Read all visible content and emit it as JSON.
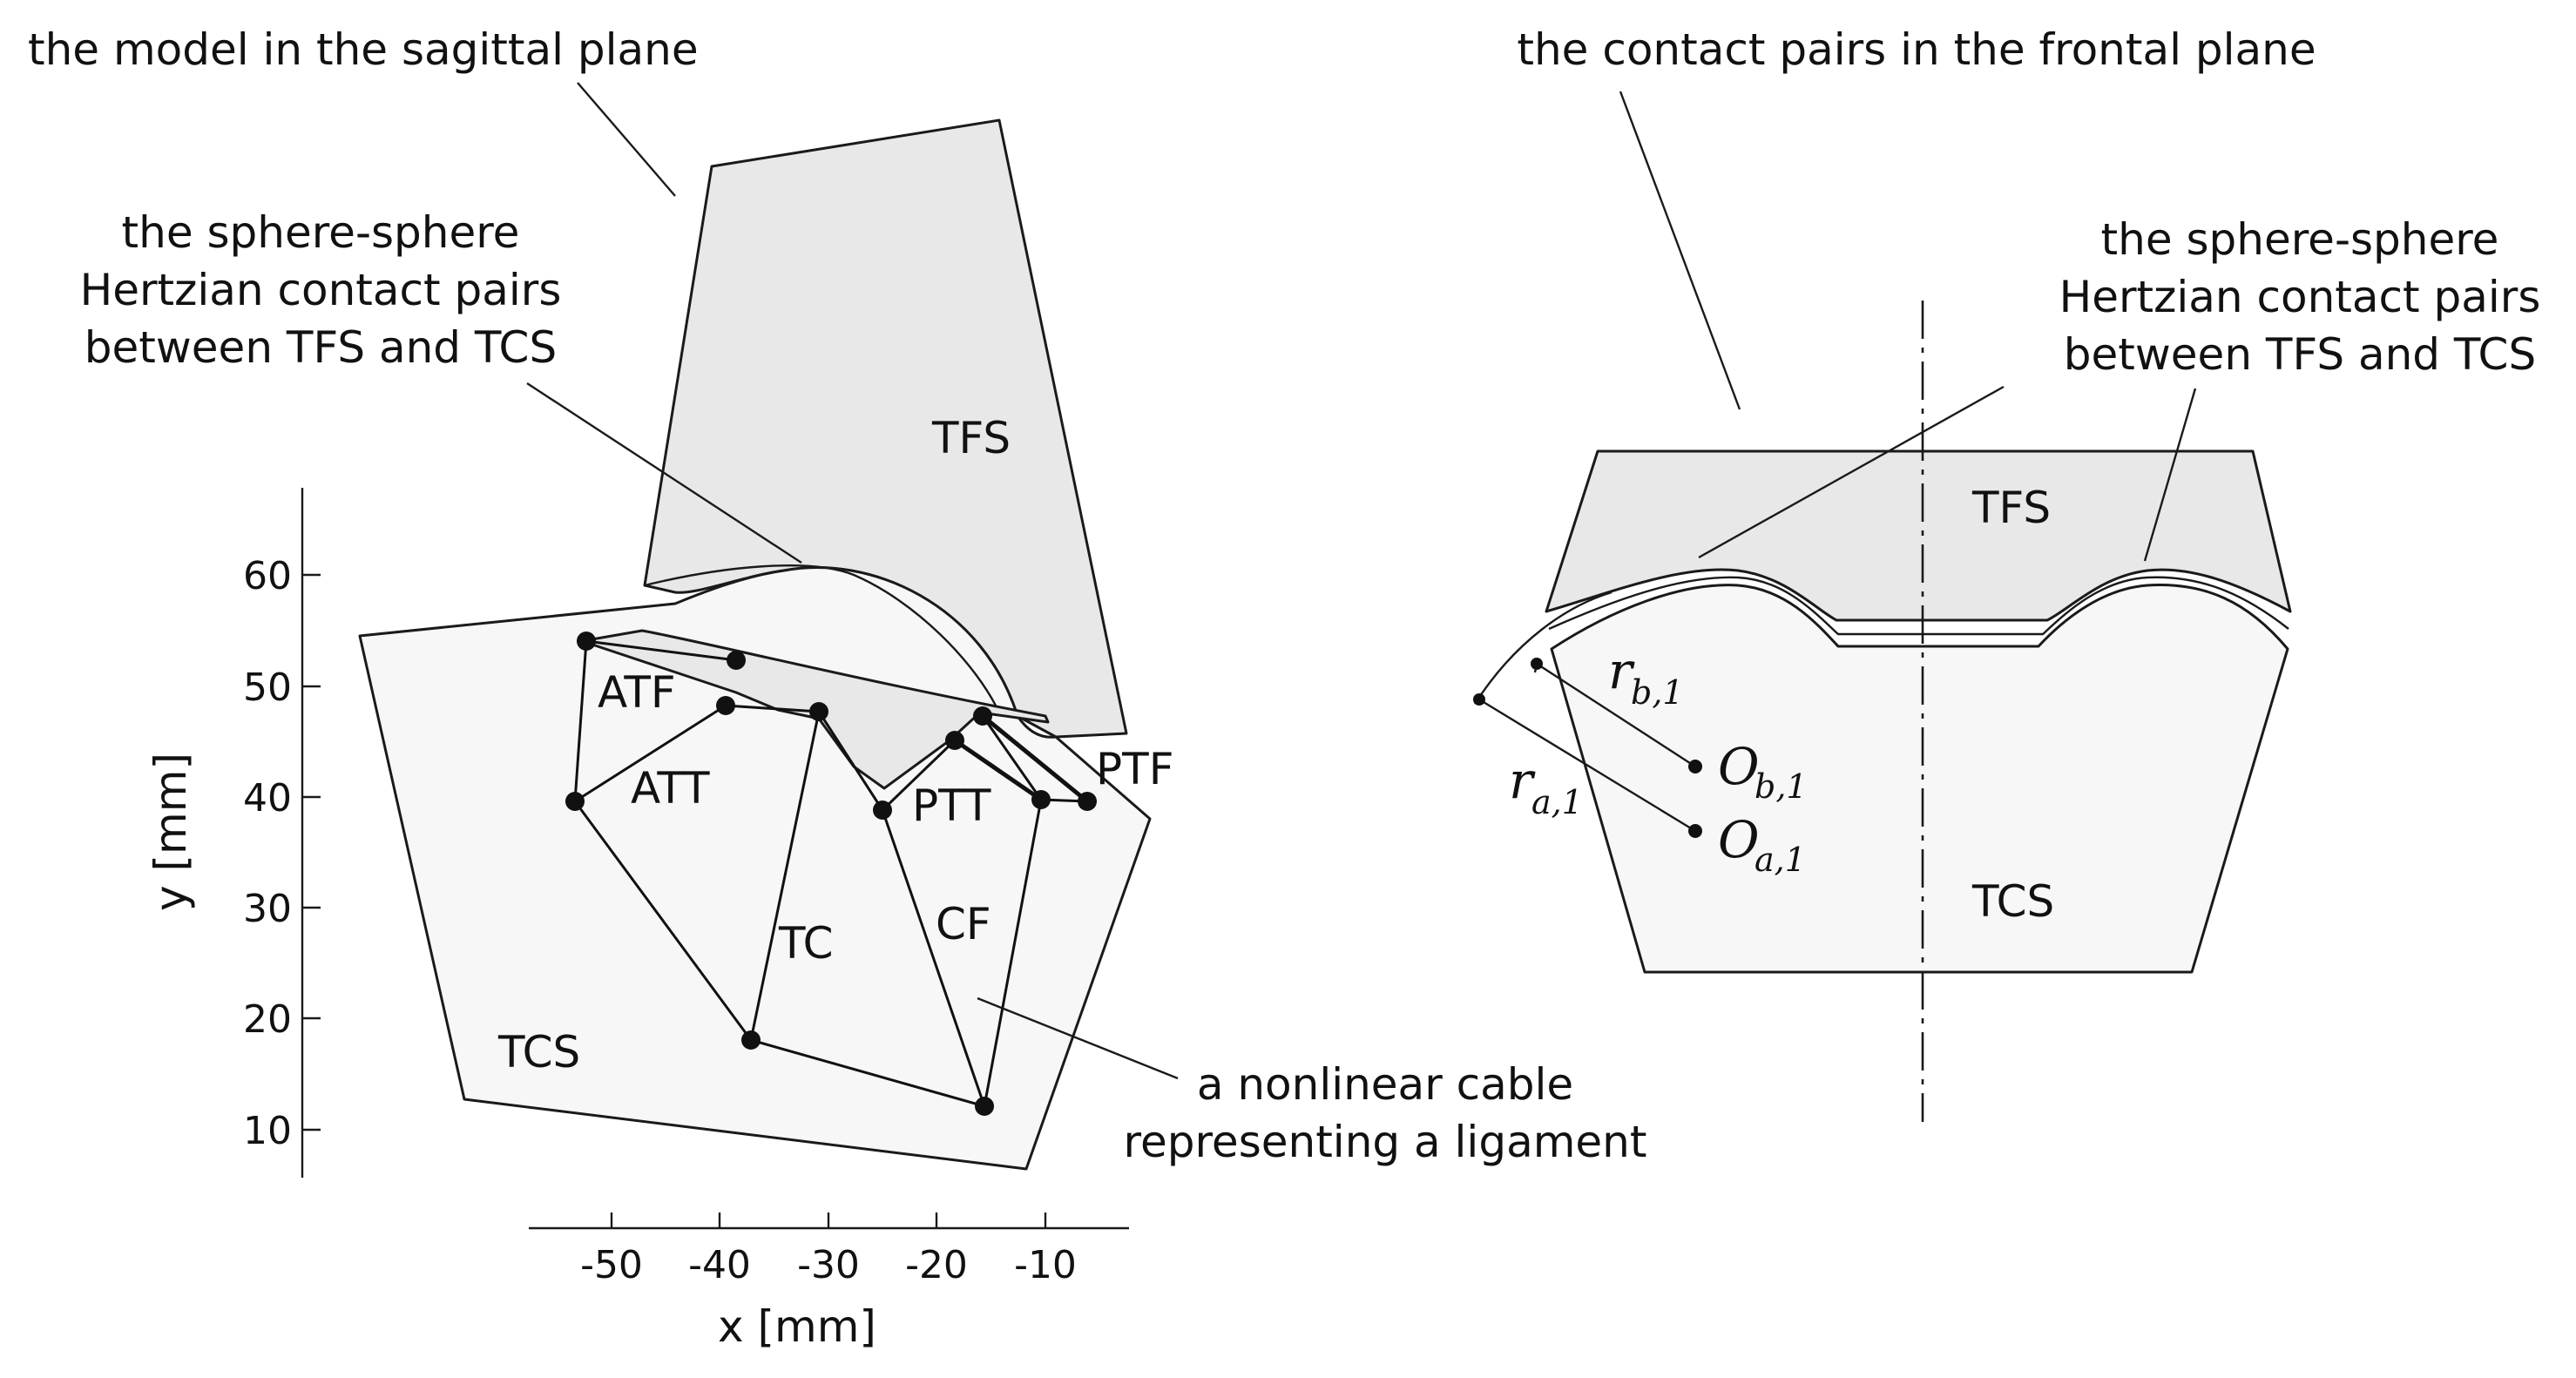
{
  "left_panel": {
    "title": "the model in the sagittal plane",
    "contact_annotation": [
      "the sphere-sphere",
      "Hertzian contact pairs",
      "between TFS and TCS"
    ],
    "cable_annotation": [
      "a nonlinear cable",
      "representing a ligament"
    ],
    "bodies": {
      "tfs": "TFS",
      "tcs": "TCS"
    },
    "ligaments": {
      "atf": "ATF",
      "att": "ATT",
      "tc": "TC",
      "ptt": "PTT",
      "cf": "CF",
      "ptf": "PTF"
    },
    "x_axis": {
      "label": "x [mm]",
      "ticks": [
        "-50",
        "-40",
        "-30",
        "-20",
        "-10"
      ]
    },
    "y_axis": {
      "label": "y [mm]",
      "ticks": [
        "60",
        "50",
        "40",
        "30",
        "20",
        "10"
      ]
    }
  },
  "right_panel": {
    "title": "the contact pairs in the frontal plane",
    "contact_annotation": [
      "the sphere-sphere",
      "Hertzian contact pairs",
      "between TFS and TCS"
    ],
    "bodies": {
      "tfs": "TFS",
      "tcs": "TCS"
    },
    "symbols": {
      "rb_base": "r",
      "rb_sub": "b,1",
      "ra_base": "r",
      "ra_sub": "a,1",
      "ob_base": "O",
      "ob_sub": "b,1",
      "oa_base": "O",
      "oa_sub": "a,1"
    }
  }
}
